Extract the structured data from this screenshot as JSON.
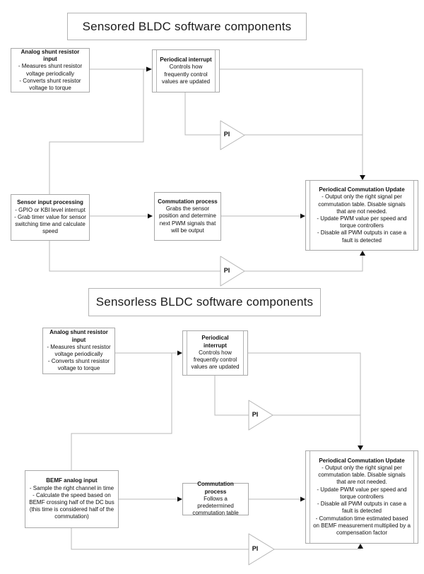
{
  "colors": {
    "box_border": "#a8a8a8",
    "connector_line": "#b8b8b8",
    "arrowhead": "#111111",
    "background": "#ffffff"
  },
  "sections": [
    {
      "title": "Sensored BLDC software components",
      "boxes": [
        {
          "title": "Analog shunt resistor input",
          "body": [
            "- Measures shunt resistor voltage periodically",
            "- Converts shunt resistor voltage to torque"
          ]
        },
        {
          "title": "Periodical interrupt",
          "body": [
            "Controls how frequently control values are updated"
          ]
        },
        {
          "title": "Sensor input processing",
          "body": [
            "- GPIO or KBI level interrupt",
            "- Grab timer value for sensor switching time and calculate speed"
          ]
        },
        {
          "title": "Commutation process",
          "body": [
            "Grabs the sensor position and determine next PWM signals that will be output"
          ]
        },
        {
          "title": "Periodical Commutation Update",
          "body": [
            "- Output only the right signal per commutation table. Disable signals that are not needed.",
            "- Update PWM value per speed and torque controllers",
            "- Disable all PWM outputs in case a fault is detected"
          ]
        }
      ],
      "pi_blocks": [
        "PI",
        "PI"
      ]
    },
    {
      "title": "Sensorless BLDC software components",
      "boxes": [
        {
          "title": "Analog shunt resistor input",
          "body": [
            "- Measures shunt resistor voltage periodically",
            "- Converts shunt resistor voltage to torque"
          ]
        },
        {
          "title": "Periodical interrupt",
          "body": [
            "Controls how frequently control values are updated"
          ]
        },
        {
          "title": "BEMF analog input",
          "body": [
            "- Sample the right channel in time",
            "- Calculate the speed based on BEMF crossing half of the DC bus (this time is considered half of the commutation)"
          ]
        },
        {
          "title": "Commutation process",
          "body": [
            "Follows a predetermined commutation table"
          ]
        },
        {
          "title": "Periodical Commutation Update",
          "body": [
            "- Output only the right signal per commutation table. Disable signals that are not needed.",
            "- Update PWM value per speed and torque controllers",
            "- Disable all PWM outputs in case a fault is detected",
            "- Commutation time estimated based on BEMF measurement multiplied by a compensation factor"
          ]
        }
      ],
      "pi_blocks": [
        "PI",
        "PI"
      ]
    }
  ]
}
